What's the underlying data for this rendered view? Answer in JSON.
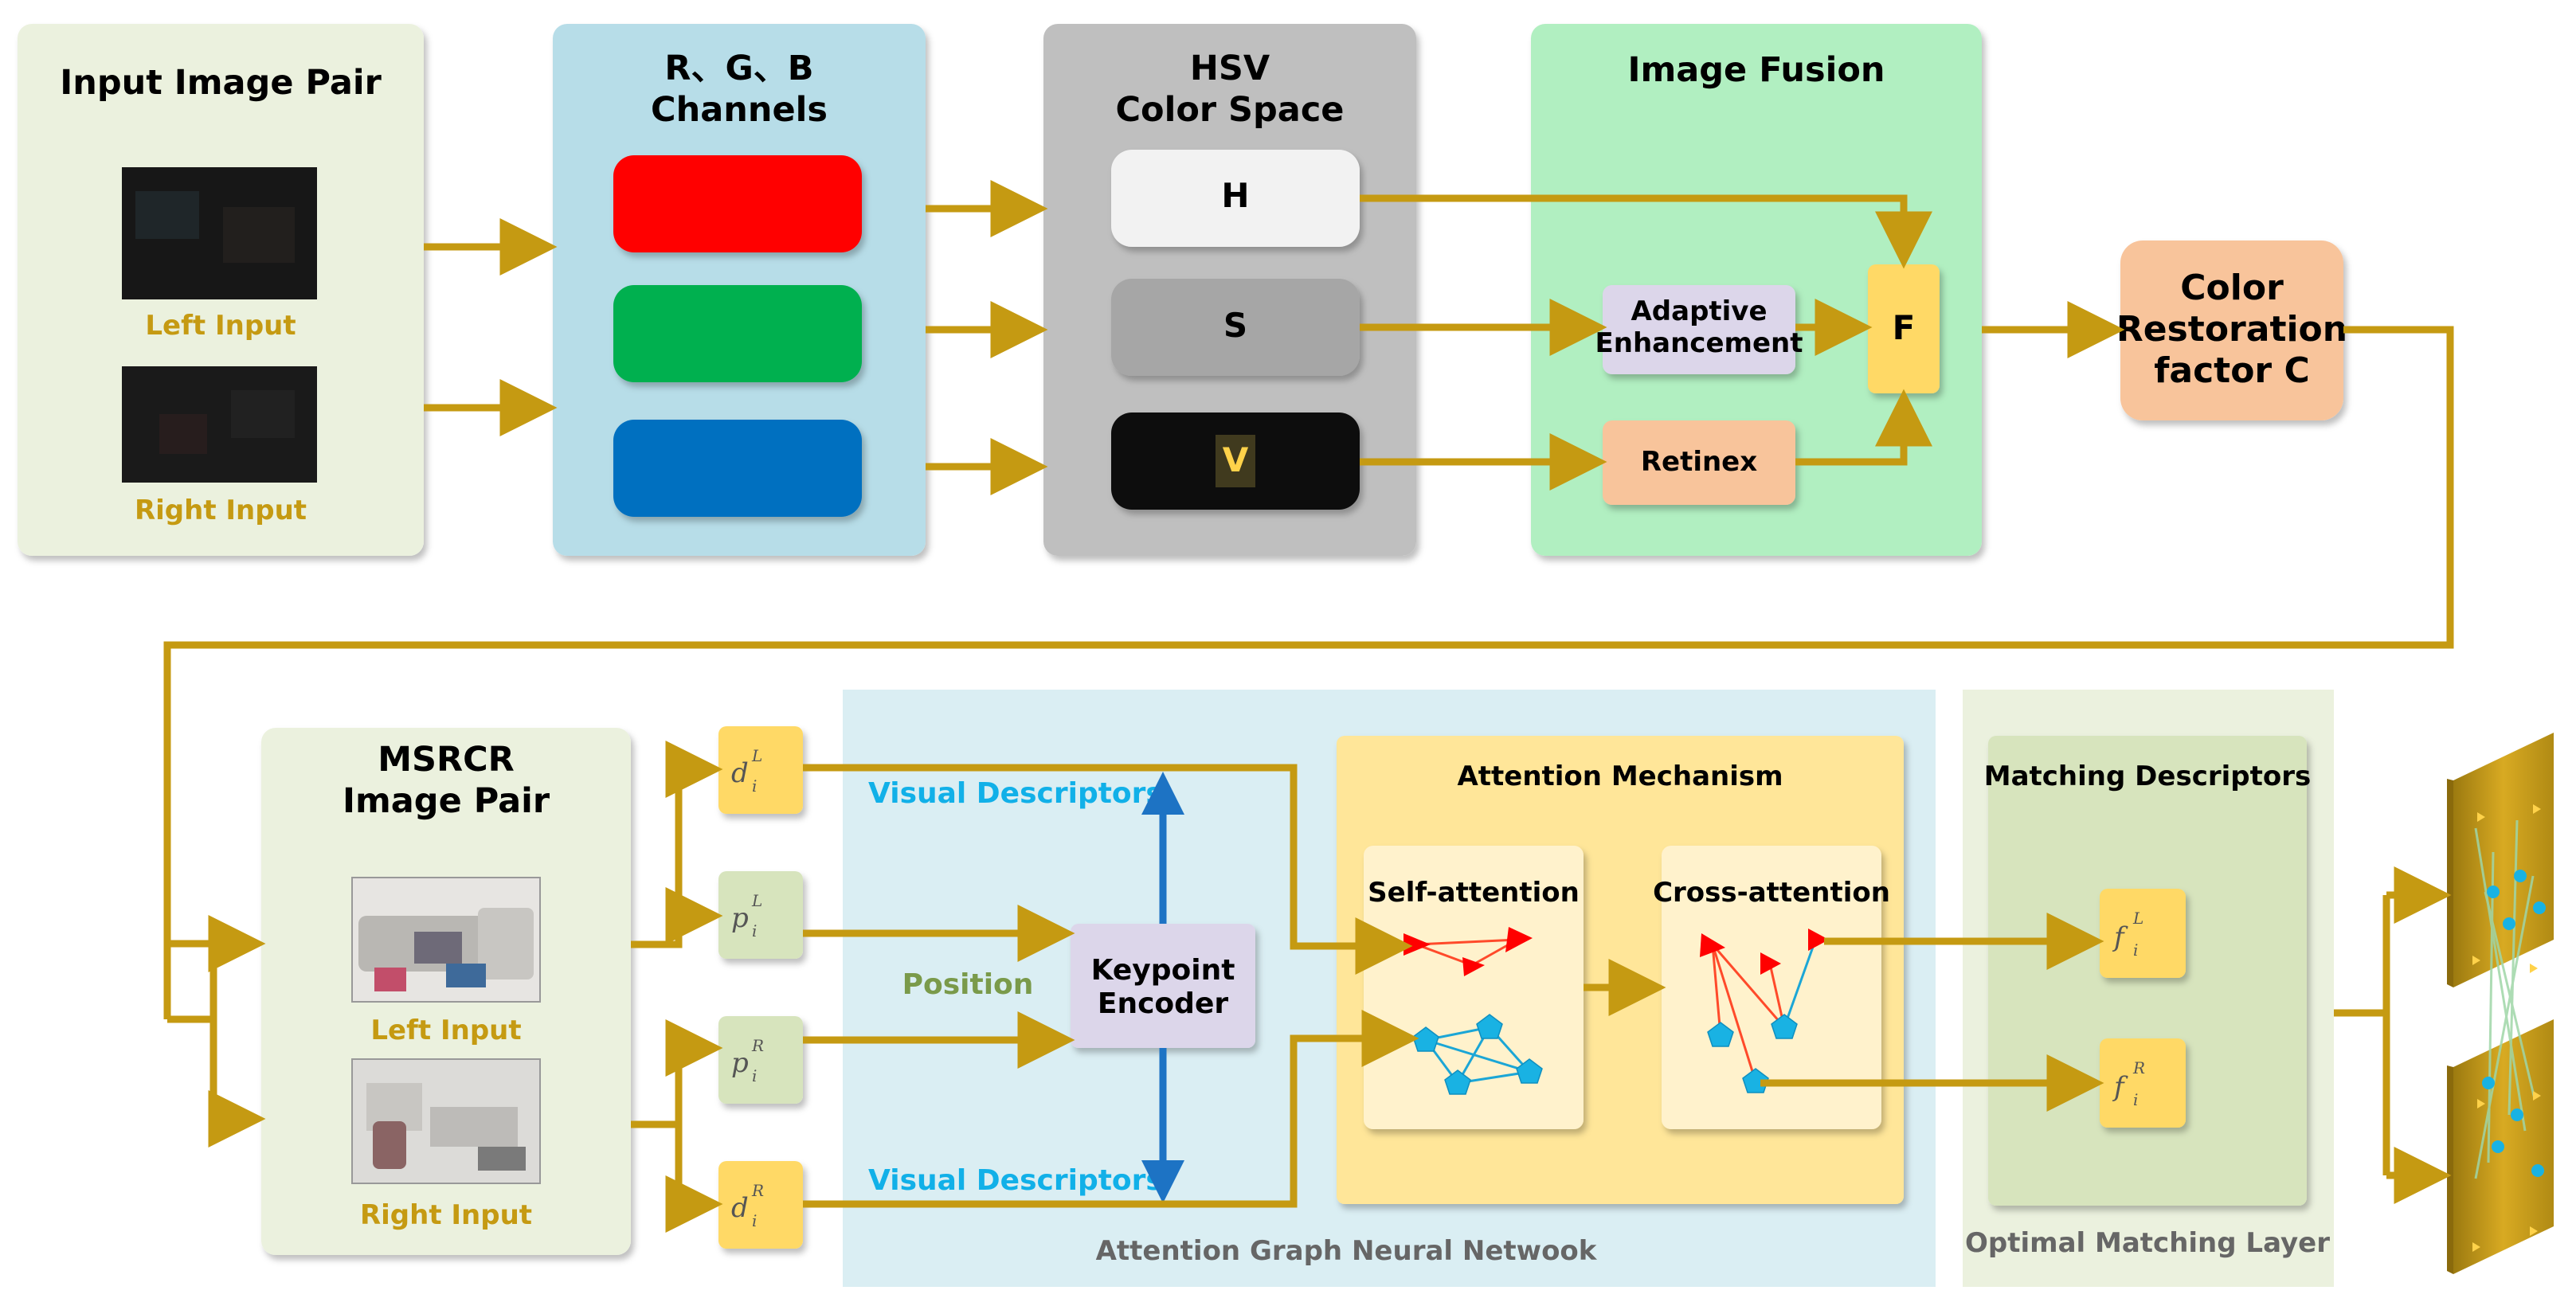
{
  "colors": {
    "arrow": "#C59A12",
    "blue_arrow": "#1D73C4",
    "red": "#FF0000",
    "green": "#00B050",
    "blue": "#0070C0",
    "cyan_text": "#11B0E8",
    "gold_text": "#C59A12",
    "olive_text": "#7A9A4A"
  },
  "top": {
    "input_pair": {
      "title": "Input Image Pair",
      "left_label": "Left Input",
      "right_label": "Right Input"
    },
    "rgb": {
      "title_line1": "R、G、B",
      "title_line2": "Channels"
    },
    "hsv": {
      "title_line1": "HSV",
      "title_line2": "Color Space",
      "h": "H",
      "s": "S",
      "v": "V"
    },
    "fusion": {
      "title": "Image Fusion",
      "adaptive_line1": "Adaptive",
      "adaptive_line2": "Enhancement",
      "retinex": "Retinex",
      "f": "F"
    },
    "color_restoration": {
      "line1": "Color",
      "line2": "Restoration",
      "line3": "factor C"
    }
  },
  "bottom": {
    "msrcr": {
      "title_line1": "MSRCR",
      "title_line2": "Image Pair",
      "left_label": "Left Input",
      "right_label": "Right Input"
    },
    "tokens": {
      "dL_base": "d",
      "dL_sub": "i",
      "dL_sup": "L",
      "pL_base": "p",
      "pL_sub": "i",
      "pL_sup": "L",
      "pR_base": "p",
      "pR_sub": "i",
      "pR_sup": "R",
      "dR_base": "d",
      "dR_sub": "i",
      "dR_sup": "R"
    },
    "gnn": {
      "label": "Attention Graph Neural Netwook",
      "visual_descriptors_top": "Visual Descriptors",
      "visual_descriptors_bottom": "Visual Descriptors",
      "position": "Position",
      "keypoint_line1": "Keypoint",
      "keypoint_line2": "Encoder"
    },
    "attention": {
      "title": "Attention Mechanism",
      "self": "Self-attention",
      "cross": "Cross-attention"
    },
    "matching": {
      "title": "Matching Descriptors",
      "fL_base": "f",
      "fL_sub": "i",
      "fL_sup": "L",
      "fR_base": "f",
      "fR_sub": "i",
      "fR_sup": "R",
      "label": "Optimal Matching Layer"
    }
  }
}
